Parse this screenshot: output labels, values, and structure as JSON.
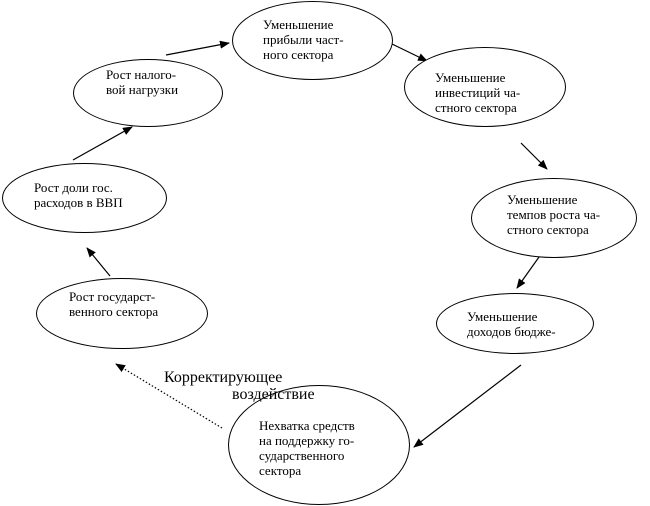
{
  "nodes": {
    "profit_decrease": "Уменьшение\nприбыли част-\nного сектора",
    "investment_decrease": "Уменьшение\nинвестиций ча-\nстного сектора",
    "growth_decrease": "Уменьшение\nтемпов роста ча-\nстного сектора",
    "income_decrease": "Уменьшение\nдоходов бюдже-",
    "funding_shortage": "Нехватка средств\nна поддержку го-\nсударственного\nсектора",
    "state_sector_growth": "Рост государст-\nвенного сектора",
    "spending_share_growth": "Рост доли гос.\nрасходов в ВВП",
    "tax_burden_growth": "Рост налого-\nвой нагрузки"
  },
  "annotation": {
    "corrective_line1": "Корректирующее",
    "corrective_line2": "воздействие"
  }
}
